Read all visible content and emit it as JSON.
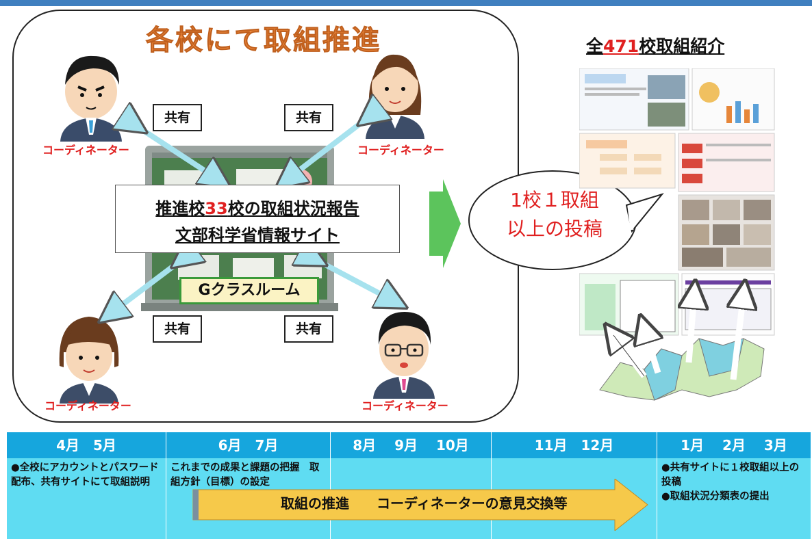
{
  "main_title": "各校にて取組推進",
  "share_label": "共有",
  "coordinator_label": "コーディネーター",
  "center_box": {
    "line1_prefix": "推進校",
    "line1_number": "33",
    "line1_suffix": "校の取組状況報告",
    "line2": "文部科学省情報サイト"
  },
  "gclassroom_label": "Gクラスルーム",
  "right_title": {
    "prefix": "全",
    "number": "471",
    "suffix": "校取組紹介"
  },
  "oval": {
    "line1": "1校１取組",
    "line2": "以上の投稿"
  },
  "timeline": {
    "headers": [
      "4月　5月",
      "6月　7月",
      "8月　 9月　 10月",
      "11月　12月",
      "1月　 2月　 3月"
    ],
    "col1": "●全校にアカウントとパスワード配布、共有サイトにて取組説明",
    "col2": "これまでの成果と課題の把握　取組方針（目標）の設定",
    "col5": "●共有サイトに１校取組以上の投稿\n●取組状況分類表の提出",
    "arrow_text": "取組の推進　　コーディネーターの意見交換等"
  },
  "colors": {
    "title_orange": "#f08a3c",
    "red": "#e02020",
    "timeline_header": "#16a6dd",
    "timeline_body": "#5fdcf2",
    "arrow_green": "#5cc45c",
    "arrow_yellow": "#f6c94a"
  }
}
